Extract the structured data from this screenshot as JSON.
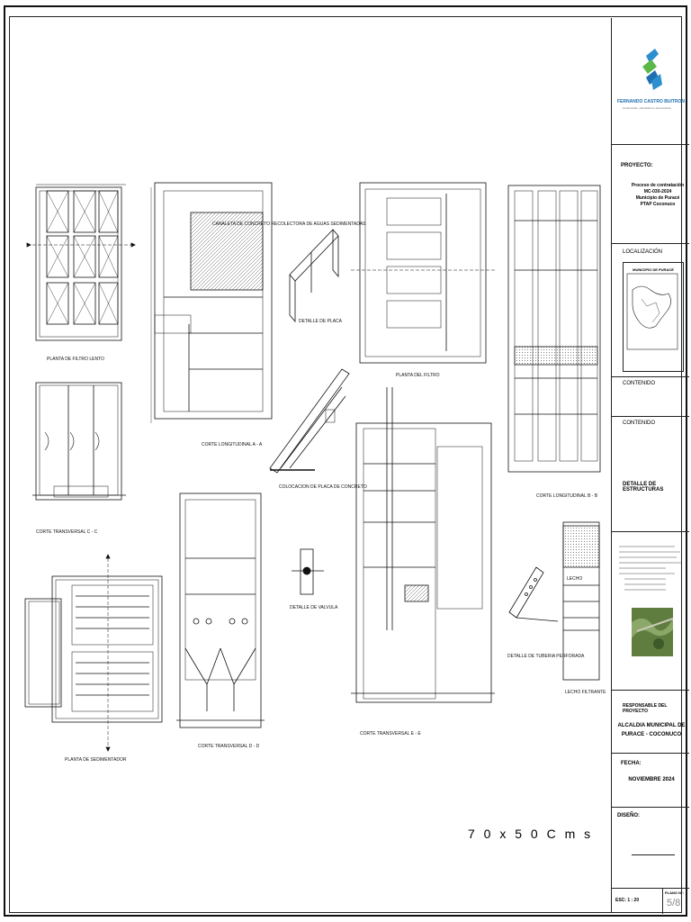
{
  "title_block": {
    "company_name": "FERNANDO CASTRO BUITRON",
    "company_tagline": "construcción, suministros e interventoría",
    "project_label": "PROYECTO:",
    "project_lines": [
      "Proceso de contratación",
      "MC-030-2024",
      "Municipio de Puracé",
      "PTAP Coconuco"
    ],
    "location_label": "LOCALIZACIÓN",
    "location_map_caption": "MUNICIPIO DE PURACÉ",
    "sheet_label": "CONTENIDO",
    "content_label": "CONTENIDO",
    "content_value": "DETALLE DE ESTRUCTURAS",
    "responsible_label": "RESPONSABLE DEL PROYECTO",
    "responsible_value_lines": [
      "ALCALDIA MUNICIPAL DE",
      "PURACE - COCONUCO"
    ],
    "date_label": "FECHA:",
    "date_value": "NOVIEMBRE 2024",
    "design_label": "DISEÑO:",
    "scale_label": "ESC: 1 : 20",
    "plan_label": "PLANO N°:",
    "plan_value": "5/8"
  },
  "paper_size": "7 0 x 5 0 C m s",
  "drawings": {
    "views": [
      "PLANTA DE FILTRO LENTO",
      "CORTE LONGITUDINAL A - A",
      "DETALLE DE PLACA",
      "PLANTA DEL FILTRO",
      "CORTE LONGITUDINAL B - B",
      "CORTE TRANSVERSAL C - C",
      "COLOCACION DE PLACA DE CONCRETO",
      "PLANTA DE SEDIMENTADOR",
      "CORTE TRANSVERSAL D - D",
      "DETALLE DE VALVULA",
      "CORTE TRANSVERSAL E - E",
      "DETALLE DE TUBERIA PERFORADA",
      "LECHO FILTRANTE"
    ],
    "callouts": {
      "concrete_slab_note": "CANALETA DE CONCRETO RECOLECTORA DE AGUAS SEDIMENTADAS",
      "filter_bed_label": "LECHO"
    }
  }
}
